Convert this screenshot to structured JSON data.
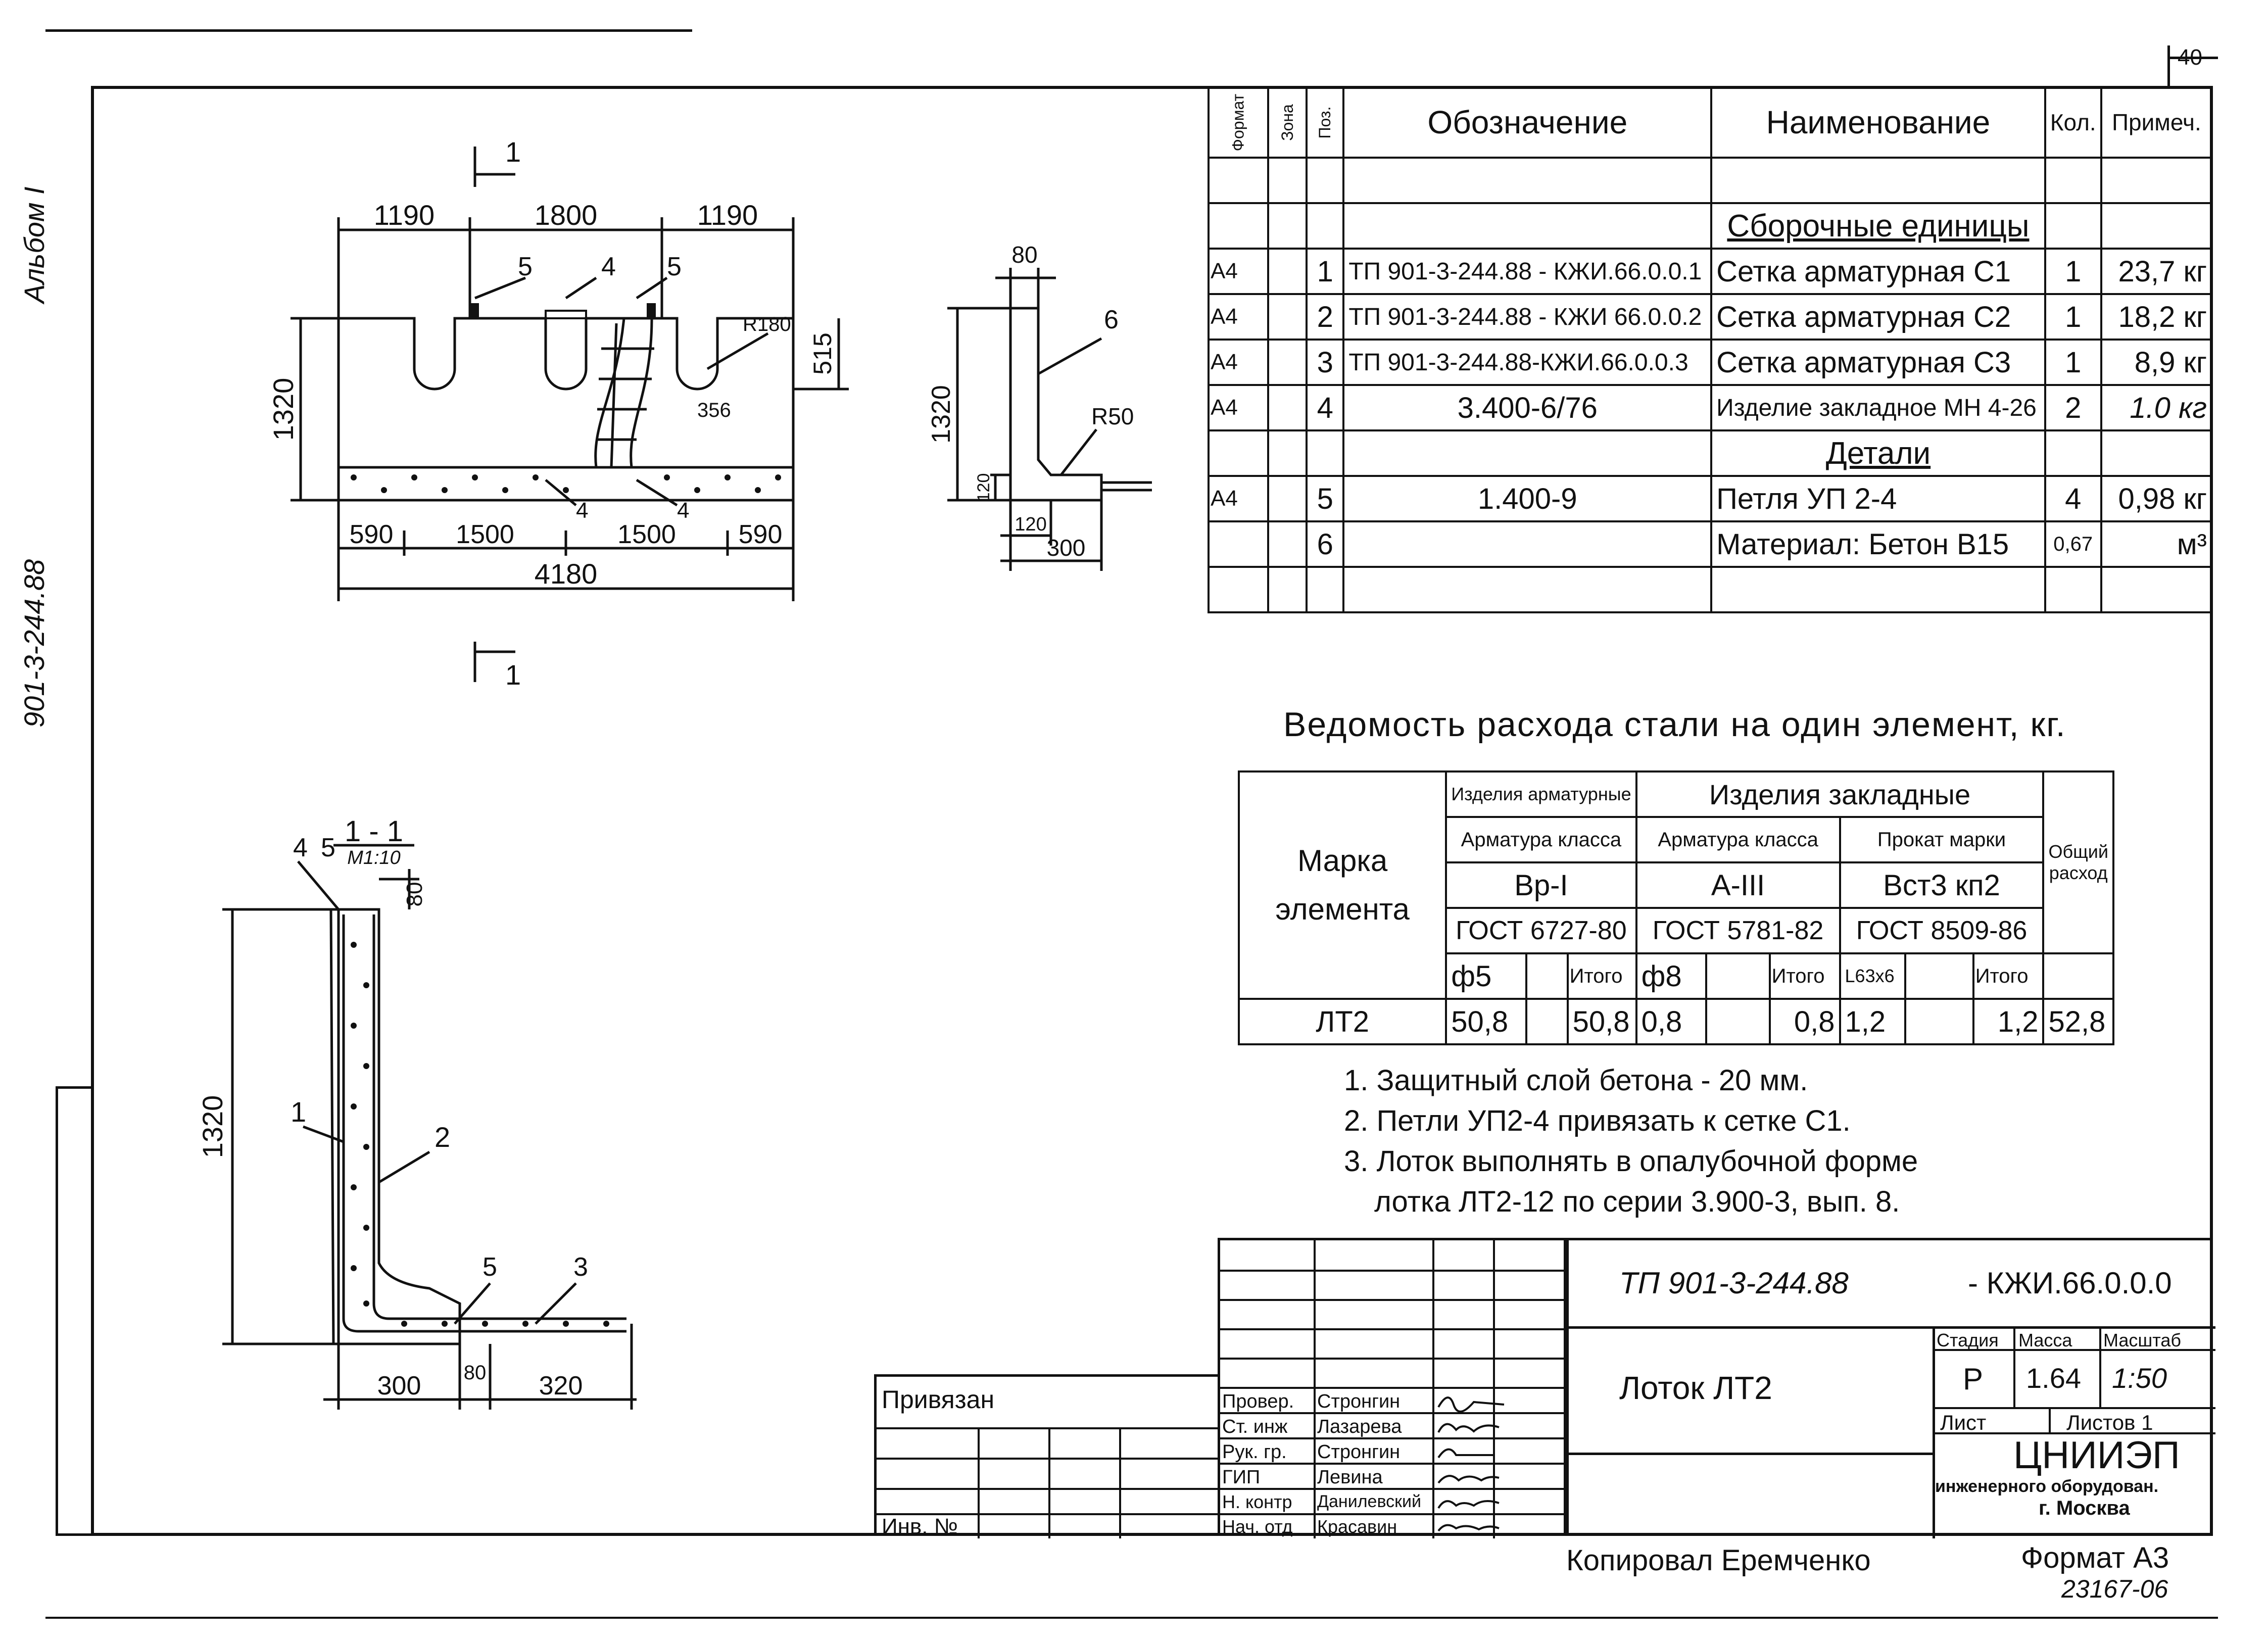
{
  "top_corner_number": "40",
  "side_labels": {
    "album": "Альбом I",
    "series": "901-3-244.88"
  },
  "spec": {
    "headers": [
      "Формат",
      "Зона",
      "Поз.",
      "Обозначение",
      "Наименование",
      "Кол.",
      "Примеч."
    ],
    "sections": [
      "Сборочные единицы",
      "Детали"
    ],
    "rows": [
      {
        "fmt": "А4",
        "zone": "",
        "pos": "1",
        "designation": "ТП 901-3-244.88 - КЖИ.66.0.0.1",
        "name": "Сетка арматурная С1",
        "qty": "1",
        "note": "23,7 кг"
      },
      {
        "fmt": "А4",
        "zone": "",
        "pos": "2",
        "designation": "ТП 901-3-244.88 - КЖИ 66.0.0.2",
        "name": "Сетка арматурная С2",
        "qty": "1",
        "note": "18,2 кг"
      },
      {
        "fmt": "А4",
        "zone": "",
        "pos": "3",
        "designation": "ТП 901-3-244.88-КЖИ.66.0.0.3",
        "name": "Сетка арматурная С3",
        "qty": "1",
        "note": "8,9 кг"
      },
      {
        "fmt": "А4",
        "zone": "",
        "pos": "4",
        "designation": "3.400-6/76",
        "name": "Изделие закладное МН 4-26",
        "qty": "2",
        "note": "1.0 кг"
      },
      {
        "fmt": "А4",
        "zone": "",
        "pos": "5",
        "designation": "1.400-9",
        "name": "Петля УП 2-4",
        "qty": "4",
        "note": "0,98 кг"
      },
      {
        "fmt": "",
        "zone": "",
        "pos": "6",
        "designation": "",
        "name": "Материал: Бетон В15",
        "qty": "0,67",
        "note": "м³"
      }
    ]
  },
  "steel": {
    "title": "Ведомость расхода стали на один элемент, кг.",
    "mark_header": "Марка элемента",
    "group_arm": "Изделия арматурные",
    "group_zakl": "Изделия закладные",
    "total_header": "Общий расход",
    "cls1": "Арматура класса",
    "cls2": "Арматура класса",
    "cls3": "Прокат марки",
    "grade1": "Вр-I",
    "grade2": "А-III",
    "grade3": "Вст3 кп2",
    "gost1": "ГОСТ 6727-80",
    "gost2": "ГОСТ 5781-82",
    "gost3": "ГОСТ 8509-86",
    "d1": "ф5",
    "d2": "ф8",
    "d3": "L63х6",
    "itogo": "Итого",
    "row": {
      "mark": "ЛТ2",
      "v1": "50,8",
      "i1": "50,8",
      "v2": "0,8",
      "i2": "0,8",
      "v3": "1,2",
      "i3": "1,2",
      "total": "52,8"
    }
  },
  "notes": [
    "1. Защитный слой бетона - 20 мм.",
    "2. Петли УП2-4 привязать к сетке С1.",
    "3. Лоток выполнять в опалубочной форме",
    "лотка ЛТ2-12 по серии 3.900-3, вып. 8."
  ],
  "plan_view": {
    "dims_top": [
      "1190",
      "1800",
      "1190"
    ],
    "dims_bottom": [
      "590",
      "1500",
      "1500",
      "590"
    ],
    "dim_total": "4180",
    "dim_height": "1320",
    "dim_right": "515",
    "labels": [
      "5",
      "4",
      "5",
      "R180",
      "356",
      "4",
      "4"
    ],
    "section_mark": "1"
  },
  "side_view": {
    "dims": [
      "80",
      "1320",
      "120",
      "120",
      "300"
    ],
    "labels": [
      "6",
      "R50"
    ]
  },
  "section_view": {
    "title": "1 - 1",
    "scale": "М1:10",
    "dims": [
      "80",
      "1320",
      "300",
      "80",
      "320"
    ],
    "labels": [
      "4",
      "5",
      "1",
      "2",
      "5",
      "3"
    ]
  },
  "title_block": {
    "code": "ТП 901-3-244.88",
    "code_suffix": "- КЖИ.66.0.0.0",
    "product": "Лоток ЛТ2",
    "stage_header": "Стадия",
    "mass_header": "Масса",
    "scale_header": "Масштаб",
    "stage": "Р",
    "mass": "1.64",
    "scale": "1:50",
    "sheet_label": "Лист",
    "sheets_label": "Листов 1",
    "org": "ЦНИИЭП",
    "org_sub": "инженерного оборудован.",
    "city": "г. Москва",
    "roles": [
      {
        "role": "Провер.",
        "name": "Стронгин"
      },
      {
        "role": "Ст. инж",
        "name": "Лазарева"
      },
      {
        "role": "Рук. гр.",
        "name": "Стронгин"
      },
      {
        "role": "ГИП",
        "name": "Левина"
      },
      {
        "role": "Н. контр",
        "name": "Данилевский"
      },
      {
        "role": "Нач. отд",
        "name": "Красавин"
      }
    ],
    "privyazan": "Привязан",
    "inv": "Инв. №"
  },
  "footer": {
    "copied": "Копировал Еремченко",
    "format": "Формат А3",
    "number": "23167-06"
  }
}
